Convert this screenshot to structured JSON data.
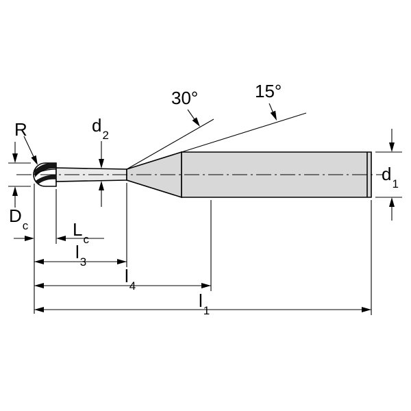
{
  "labels": {
    "radius": {
      "main": "R",
      "sub": ""
    },
    "neck_diameter": {
      "main": "d",
      "sub": "2"
    },
    "angle_30": "30°",
    "angle_15": "15°",
    "shank_diameter": {
      "main": "d",
      "sub": "1"
    },
    "cutting_diameter": {
      "main": "D",
      "sub": "c"
    },
    "cutting_length": {
      "main": "L",
      "sub": "c"
    },
    "length_3": {
      "main": "l",
      "sub": "3"
    },
    "length_4": {
      "main": "l",
      "sub": "4"
    },
    "overall_length": {
      "main": "l",
      "sub": "1"
    }
  },
  "colors": {
    "outline": "#000000",
    "shank_fill": "#d8d8d8",
    "neck_fill": "#eaeaea",
    "head_fill": "#ffffff",
    "flute_fill": "#161616",
    "background": "#ffffff"
  }
}
